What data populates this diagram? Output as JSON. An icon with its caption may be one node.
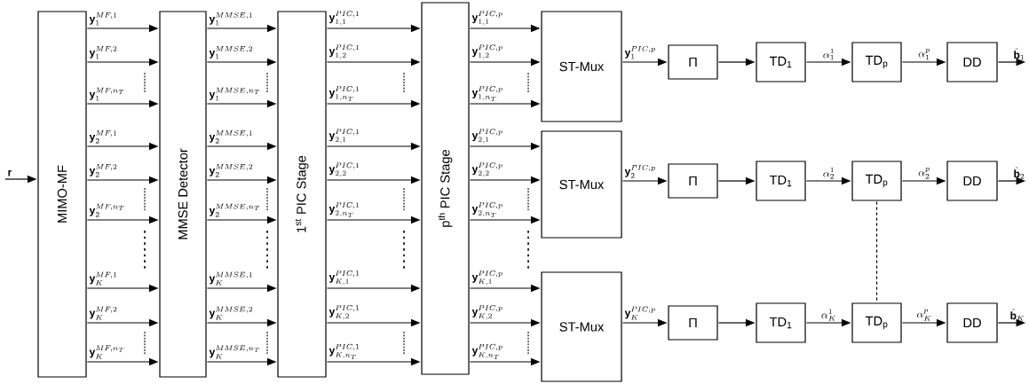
{
  "diagram": {
    "nodes": [
      {
        "text": [
          "MIMO-MF"
        ]
      },
      {
        "text": [
          "MMSE Detector"
        ]
      },
      {
        "text": [
          "1$^{st}$ PIC Stage"
        ]
      },
      {
        "text": [
          "p$^{th}$ PIC Stage"
        ]
      },
      {
        "text": [
          "ST-Mux"
        ]
      },
      {
        "text": [
          "ST-Mux"
        ]
      },
      {
        "text": [
          "ST-Mux"
        ]
      },
      {
        "text": [
          "Π"
        ]
      },
      {
        "text": [
          "TD$_{1}$"
        ]
      },
      {
        "text": [
          "TD$_{p}$"
        ]
      },
      {
        "text": [
          "DD"
        ]
      },
      {
        "text": [
          "Π"
        ]
      },
      {
        "text": [
          "TD$_{1}$"
        ]
      },
      {
        "text": [
          "TD$_{p}$"
        ]
      },
      {
        "text": [
          "DD"
        ]
      },
      {
        "text": [
          "Π"
        ]
      },
      {
        "text": [
          "TD$_{1}$"
        ]
      },
      {
        "text": [
          "TD$_{p}$"
        ]
      },
      {
        "text": [
          "DD"
        ]
      }
    ],
    "edges": [
      {
        "from": null,
        "to": 0,
        "arrow": "to",
        "label": "\\mathbf{r}"
      },
      {
        "from": 0,
        "to": 1,
        "arrow": "to",
        "label": "\\mathbf{y}_{1}^{MF,1}"
      },
      {
        "from": 0,
        "to": 1,
        "arrow": "to",
        "label": "\\mathbf{y}_{1}^{MF,2}"
      },
      {
        "from": 0,
        "to": 1,
        "arrow": "to",
        "label": "\\mathbf{y}_{1}^{MF,n_T}"
      },
      {
        "from": 0,
        "to": 1,
        "arrow": "to",
        "label": "\\mathbf{y}_{2}^{MF,1}"
      },
      {
        "from": 0,
        "to": 1,
        "arrow": "to",
        "label": "\\mathbf{y}_{2}^{MF,2}"
      },
      {
        "from": 0,
        "to": 1,
        "arrow": "to",
        "label": "\\mathbf{y}_{2}^{MF,n_T}"
      },
      {
        "from": 0,
        "to": 1,
        "arrow": "to",
        "label": "\\mathbf{y}_{K}^{MF,1}"
      },
      {
        "from": 0,
        "to": 1,
        "arrow": "to",
        "label": "\\mathbf{y}_{K}^{MF,2}"
      },
      {
        "from": 0,
        "to": 1,
        "arrow": "to",
        "label": "\\mathbf{y}_{K}^{MF,n_T}"
      },
      {
        "from": 1,
        "to": 2,
        "arrow": "to",
        "label": "\\mathbf{y}_{1}^{MMSE,1}"
      },
      {
        "from": 1,
        "to": 2,
        "arrow": "to",
        "label": "\\mathbf{y}_{1}^{MMSE,2}"
      },
      {
        "from": 1,
        "to": 2,
        "arrow": "to",
        "label": "\\mathbf{y}_{1}^{MMSE,n_T}"
      },
      {
        "from": 1,
        "to": 2,
        "arrow": "to",
        "label": "\\mathbf{y}_{2}^{MMSE,1}"
      },
      {
        "from": 1,
        "to": 2,
        "arrow": "to",
        "label": "\\mathbf{y}_{2}^{MMSE,2}"
      },
      {
        "from": 1,
        "to": 2,
        "arrow": "to",
        "label": "\\mathbf{y}_{2}^{MMSE,n_T}"
      },
      {
        "from": 1,
        "to": 2,
        "arrow": "to",
        "label": "\\mathbf{y}_{K}^{MMSE,1}"
      },
      {
        "from": 1,
        "to": 2,
        "arrow": "to",
        "label": "\\mathbf{y}_{K}^{MMSE,2}"
      },
      {
        "from": 1,
        "to": 2,
        "arrow": "to",
        "label": "\\mathbf{y}_{K}^{MMSE,n_T}"
      },
      {
        "from": 2,
        "to": 3,
        "arrow": "to",
        "label": "\\mathbf{y}_{1,1}^{PIC,1}"
      },
      {
        "from": 2,
        "to": 3,
        "arrow": "to",
        "label": "\\mathbf{y}_{1,2}^{PIC,1}"
      },
      {
        "from": 2,
        "to": 3,
        "arrow": "to",
        "label": "\\mathbf{y}_{1,n_T}^{PIC,1}"
      },
      {
        "from": 2,
        "to": 3,
        "arrow": "to",
        "label": "\\mathbf{y}_{2,1}^{PIC,1}"
      },
      {
        "from": 2,
        "to": 3,
        "arrow": "to",
        "label": "\\mathbf{y}_{2,2}^{PIC,1}"
      },
      {
        "from": 2,
        "to": 3,
        "arrow": "to",
        "label": "\\mathbf{y}_{2,n_T}^{PIC,1}"
      },
      {
        "from": 2,
        "to": 3,
        "arrow": "to",
        "label": "\\mathbf{y}_{K,1}^{PIC,1}"
      },
      {
        "from": 2,
        "to": 3,
        "arrow": "to",
        "label": "\\mathbf{y}_{K,2}^{PIC,1}"
      },
      {
        "from": 2,
        "to": 3,
        "arrow": "to",
        "label": "\\mathbf{y}_{K,n_T}^{PIC,1}"
      },
      {
        "from": 3,
        "to": 4,
        "arrow": "to",
        "label": "\\mathbf{y}_{1,1}^{PIC,p}"
      },
      {
        "from": 3,
        "to": 4,
        "arrow": "to",
        "label": "\\mathbf{y}_{1,2}^{PIC,p}"
      },
      {
        "from": 3,
        "to": 4,
        "arrow": "to",
        "label": "\\mathbf{y}_{1,n_T}^{PIC,p}"
      },
      {
        "from": 3,
        "to": 5,
        "arrow": "to",
        "label": "\\mathbf{y}_{2,1}^{PIC,p}"
      },
      {
        "from": 3,
        "to": 5,
        "arrow": "to",
        "label": "\\mathbf{y}_{2,2}^{PIC,p}"
      },
      {
        "from": 3,
        "to": 5,
        "arrow": "to",
        "label": "\\mathbf{y}_{2,n_T}^{PIC,p}"
      },
      {
        "from": 3,
        "to": 6,
        "arrow": "to",
        "label": "\\mathbf{y}_{K,1}^{PIC,p}"
      },
      {
        "from": 3,
        "to": 6,
        "arrow": "to",
        "label": "\\mathbf{y}_{K,2}^{PIC,p}"
      },
      {
        "from": 3,
        "to": 6,
        "arrow": "to",
        "label": "\\mathbf{y}_{K,n_T}^{PIC,p}"
      },
      {
        "from": 4,
        "to": 7,
        "arrow": "to",
        "label": "\\mathbf{y}_{1}^{PIC,p}"
      },
      {
        "from": 7,
        "to": 8,
        "arrow": "to"
      },
      {
        "from": 8,
        "to": 9,
        "arrow": "to",
        "label": "\\alpha_{1}^{1}"
      },
      {
        "from": 9,
        "to": 10,
        "arrow": "to",
        "label": "\\alpha_{1}^{p}"
      },
      {
        "from": 10,
        "to": null,
        "arrow": "to",
        "label": "\\hat{\\mathbf{b}}_{1}"
      },
      {
        "from": 5,
        "to": 11,
        "arrow": "to",
        "label": "\\mathbf{y}_{2}^{PIC,p}"
      },
      {
        "from": 11,
        "to": 12,
        "arrow": "to"
      },
      {
        "from": 12,
        "to": 13,
        "arrow": "to",
        "label": "\\alpha_{2}^{1}"
      },
      {
        "from": 13,
        "to": 14,
        "arrow": "to",
        "label": "\\alpha_{2}^{p}"
      },
      {
        "from": 14,
        "to": null,
        "arrow": "to",
        "label": "\\hat{\\mathbf{b}}_{2}"
      },
      {
        "from": 6,
        "to": 15,
        "arrow": "to",
        "label": "\\mathbf{y}_{K}^{PIC,p}"
      },
      {
        "from": 15,
        "to": 16,
        "arrow": "to"
      },
      {
        "from": 16,
        "to": 17,
        "arrow": "to",
        "label": "\\alpha_{K}^{1}"
      },
      {
        "from": 17,
        "to": 18,
        "arrow": "to",
        "label": "\\alpha_{K}^{p}"
      },
      {
        "from": 18,
        "to": null,
        "arrow": "to",
        "label": "\\hat{\\mathbf{b}}_{K}"
      },
      {
        "from": 13,
        "to": 17,
        "arrow": "none",
        "style": "dashed"
      }
    ]
  }
}
